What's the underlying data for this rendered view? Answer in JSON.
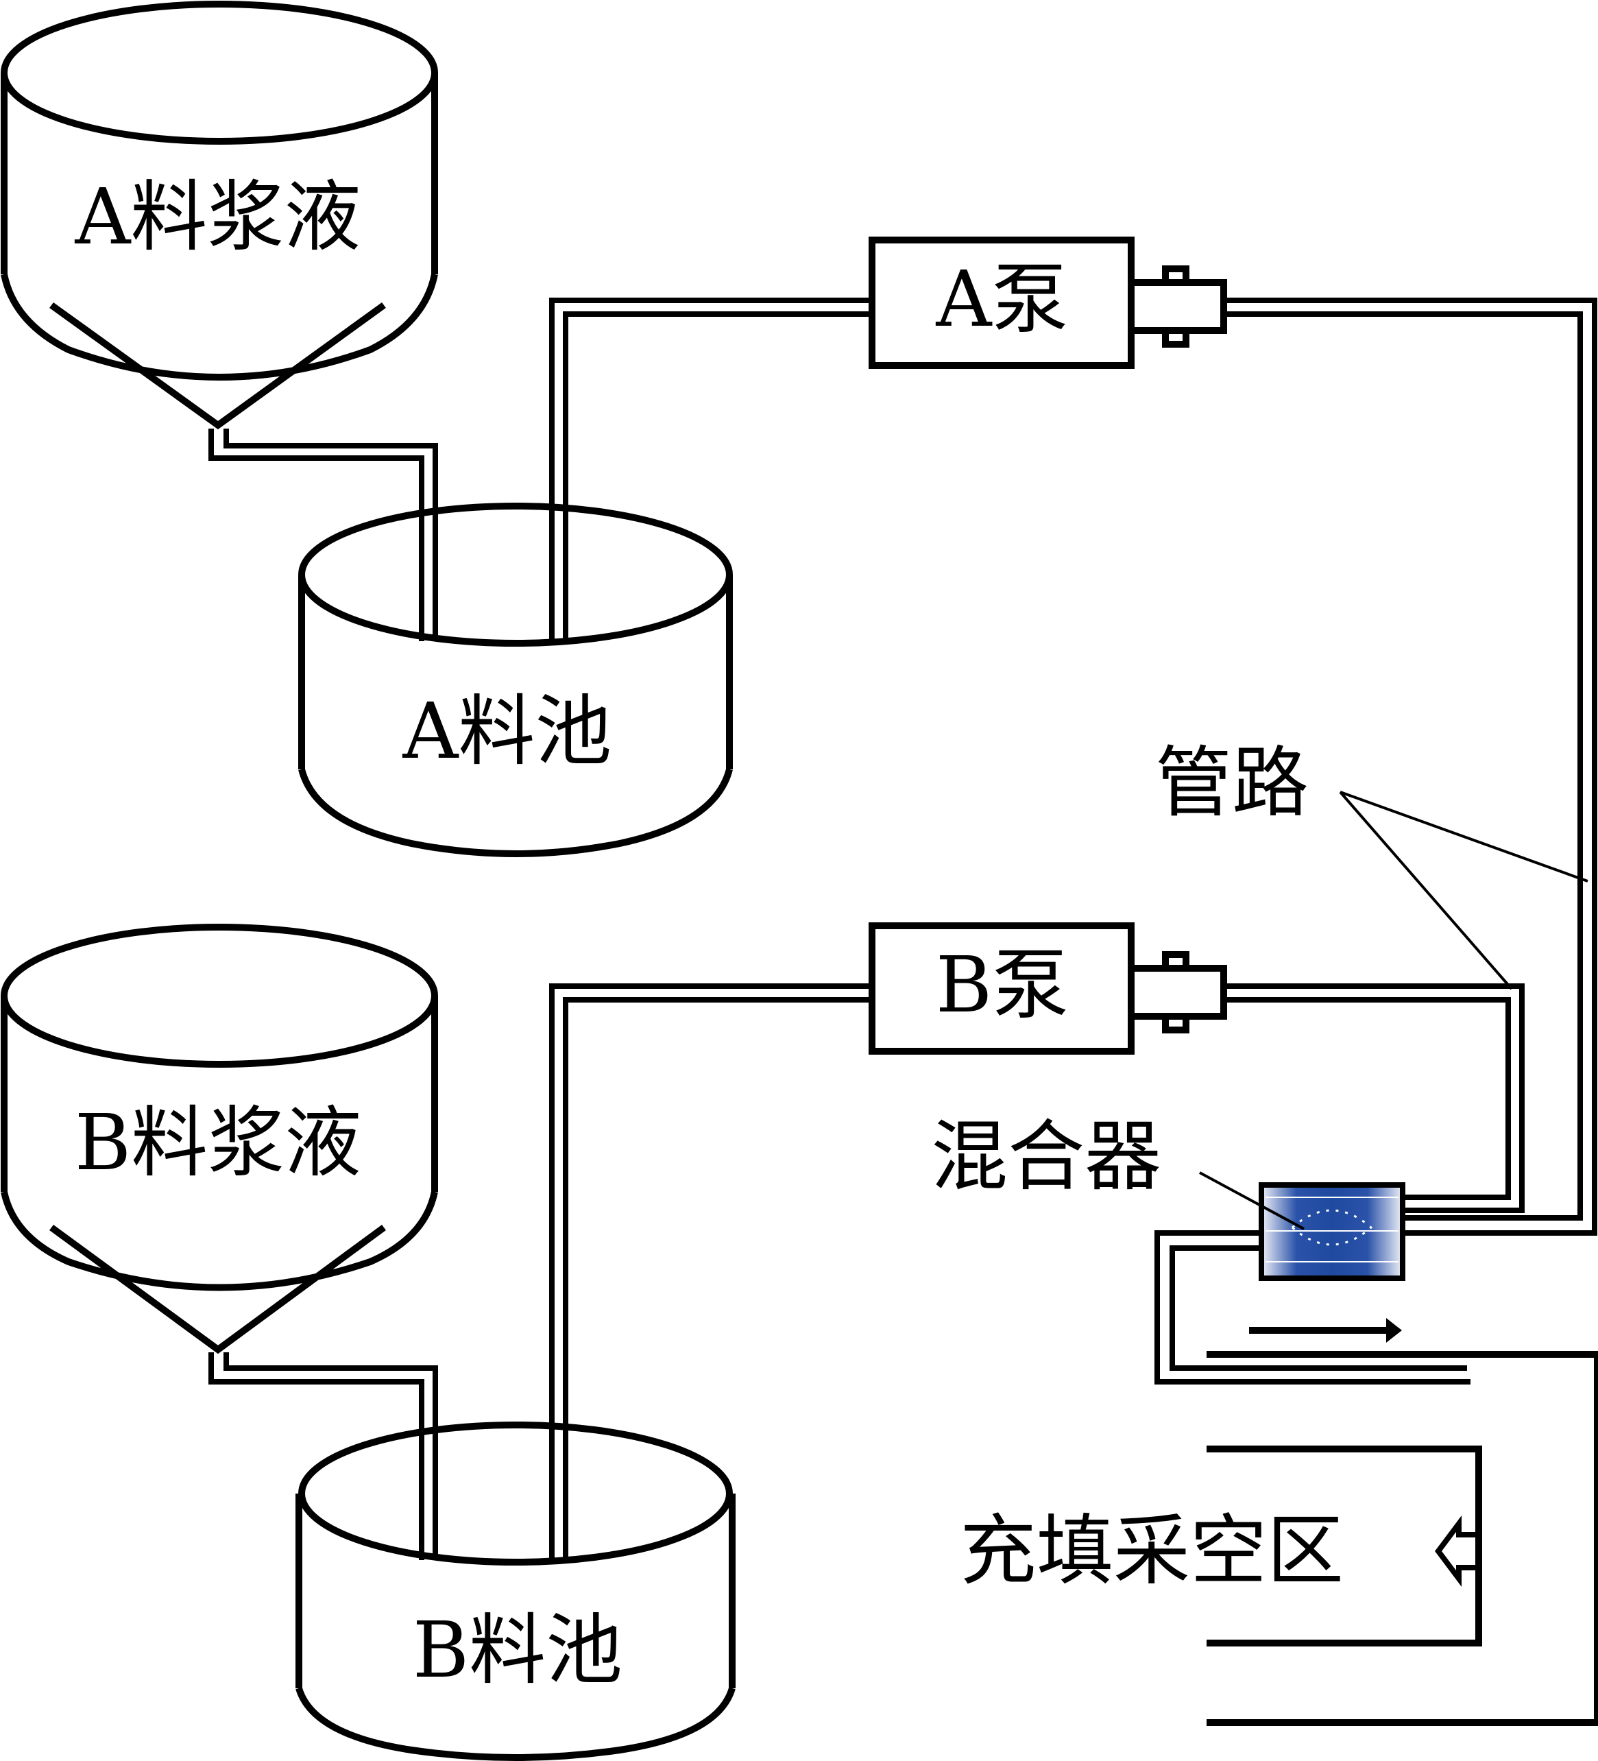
{
  "labels": {
    "tank_a": "A料浆液",
    "tank_b": "B料浆液",
    "pool_a": "A料池",
    "pool_b": "B料池",
    "pump_a": "A泵",
    "pump_b": "B泵",
    "pipeline": "管路",
    "mixer": "混合器",
    "fill_zone": "充填采空区"
  },
  "colors": {
    "line": "#000000",
    "background": "#ffffff",
    "mixer_dark": "#1f4aa0",
    "mixer_light": "#e6e8f4"
  },
  "icons": {
    "flow_arrow": "right-arrow-icon",
    "fill_arrow": "left-hollow-arrow-icon"
  }
}
